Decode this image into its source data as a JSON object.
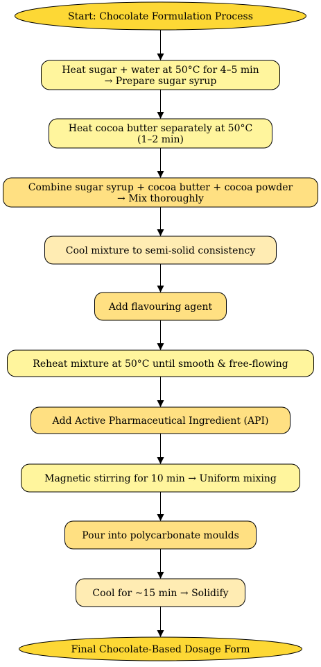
{
  "flowchart": {
    "nodes": [
      {
        "id": "start",
        "shape": "ellipse",
        "fill": "#fdd835",
        "lines": [
          "Start: Chocolate Formulation Process"
        ]
      },
      {
        "id": "syrup",
        "shape": "rounded-rect",
        "fill": "#fff59d",
        "lines": [
          "Heat sugar + water at 50°C for 4–5 min",
          "→ Prepare sugar syrup"
        ]
      },
      {
        "id": "cocoa-butter",
        "shape": "rounded-rect",
        "fill": "#fff59d",
        "lines": [
          "Heat cocoa butter separately at 50°C",
          "(1–2 min)"
        ]
      },
      {
        "id": "combine",
        "shape": "rounded-rect",
        "fill": "#ffe082",
        "lines": [
          "Combine sugar syrup + cocoa butter + cocoa powder",
          "→ Mix thoroughly"
        ]
      },
      {
        "id": "cool-mixture",
        "shape": "rounded-rect",
        "fill": "#ffecb3",
        "lines": [
          "Cool mixture to semi-solid consistency"
        ]
      },
      {
        "id": "flavouring",
        "shape": "rounded-rect",
        "fill": "#ffe082",
        "lines": [
          "Add flavouring agent"
        ]
      },
      {
        "id": "reheat",
        "shape": "rounded-rect",
        "fill": "#fff59d",
        "lines": [
          "Reheat mixture at 50°C until smooth & free-flowing"
        ]
      },
      {
        "id": "api",
        "shape": "rounded-rect",
        "fill": "#ffe082",
        "lines": [
          "Add Active Pharmaceutical Ingredient (API)"
        ]
      },
      {
        "id": "stirring",
        "shape": "rounded-rect",
        "fill": "#fff59d",
        "lines": [
          "Magnetic stirring for 10 min → Uniform mixing"
        ]
      },
      {
        "id": "pour",
        "shape": "rounded-rect",
        "fill": "#ffe082",
        "lines": [
          "Pour into polycarbonate moulds"
        ]
      },
      {
        "id": "solidify",
        "shape": "rounded-rect",
        "fill": "#ffecb3",
        "lines": [
          "Cool for ~15 min → Solidify"
        ]
      },
      {
        "id": "final",
        "shape": "ellipse",
        "fill": "#fdd835",
        "lines": [
          "Final Chocolate-Based Dosage Form"
        ]
      }
    ],
    "edges": [
      {
        "from": "start",
        "to": "syrup"
      },
      {
        "from": "syrup",
        "to": "cocoa-butter"
      },
      {
        "from": "cocoa-butter",
        "to": "combine"
      },
      {
        "from": "combine",
        "to": "cool-mixture"
      },
      {
        "from": "cool-mixture",
        "to": "flavouring"
      },
      {
        "from": "flavouring",
        "to": "reheat"
      },
      {
        "from": "reheat",
        "to": "api"
      },
      {
        "from": "api",
        "to": "stirring"
      },
      {
        "from": "stirring",
        "to": "pour"
      },
      {
        "from": "pour",
        "to": "solidify"
      },
      {
        "from": "solidify",
        "to": "final"
      }
    ],
    "colors": {
      "stroke": "#000000",
      "text": "#000000",
      "background": "#ffffff"
    }
  }
}
